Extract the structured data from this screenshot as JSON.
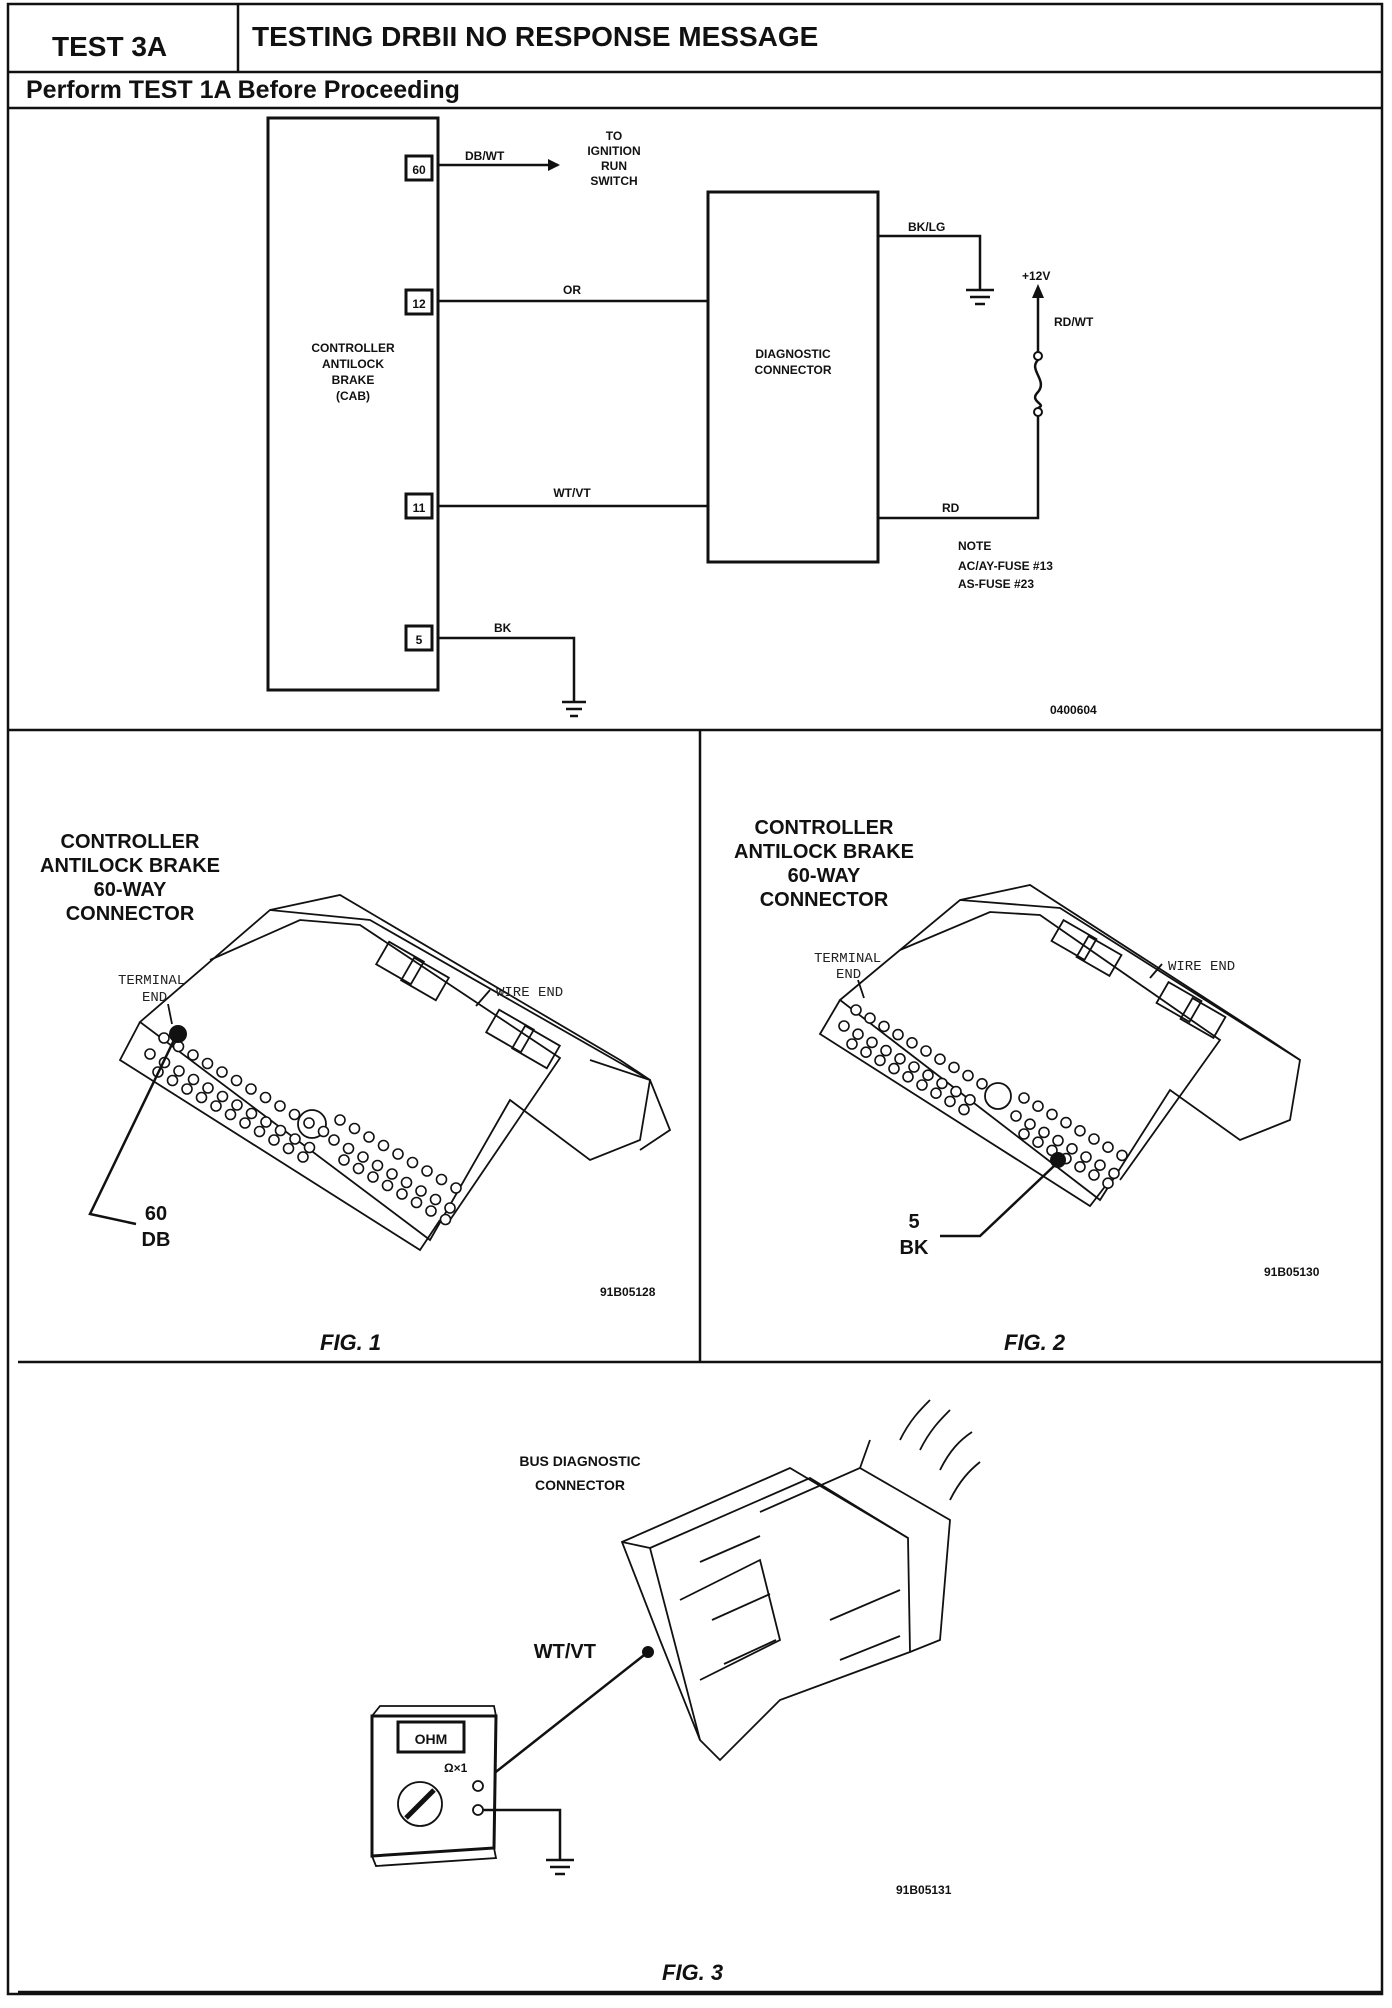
{
  "header": {
    "test_id": "TEST 3A",
    "title": "TESTING DRBII NO RESPONSE MESSAGE",
    "subtitle": "Perform TEST 1A Before Proceeding"
  },
  "schematic": {
    "cab_label": [
      "CONTROLLER",
      "ANTILOCK",
      "BRAKE",
      "(CAB)"
    ],
    "pins": [
      "60",
      "12",
      "11",
      "5"
    ],
    "wire_60": "DB/WT",
    "to_ignition": [
      "TO",
      "IGNITION",
      "RUN",
      "SWITCH"
    ],
    "wire_12": "OR",
    "wire_11": "WT/VT",
    "wire_5": "BK",
    "diag_label": [
      "DIAGNOSTIC",
      "CONNECTOR"
    ],
    "wire_ground": "BK/LG",
    "voltage": "+12V",
    "wire_fused": "RD/WT",
    "wire_rd": "RD",
    "note": [
      "NOTE",
      "AC/AY-FUSE #13",
      "AS-FUSE #23"
    ],
    "code": "0400604"
  },
  "fig1": {
    "title": [
      "CONTROLLER",
      "ANTILOCK BRAKE",
      "60-WAY",
      "CONNECTOR"
    ],
    "terminal_end": [
      "TERMINAL",
      "END"
    ],
    "wire_end": "WIRE END",
    "callout": [
      "60",
      "DB"
    ],
    "code": "91B05128",
    "caption": "FIG. 1"
  },
  "fig2": {
    "title": [
      "CONTROLLER",
      "ANTILOCK BRAKE",
      "60-WAY",
      "CONNECTOR"
    ],
    "terminal_end": [
      "TERMINAL",
      "END"
    ],
    "wire_end": "WIRE END",
    "callout": [
      "5",
      "BK"
    ],
    "code": "91B05130",
    "caption": "FIG. 2"
  },
  "fig3": {
    "title": [
      "BUS DIAGNOSTIC",
      "CONNECTOR"
    ],
    "wire": "WT/VT",
    "meter_display": "OHM",
    "meter_range": "Ω×1",
    "code": "91B05131",
    "caption": "FIG. 3"
  }
}
